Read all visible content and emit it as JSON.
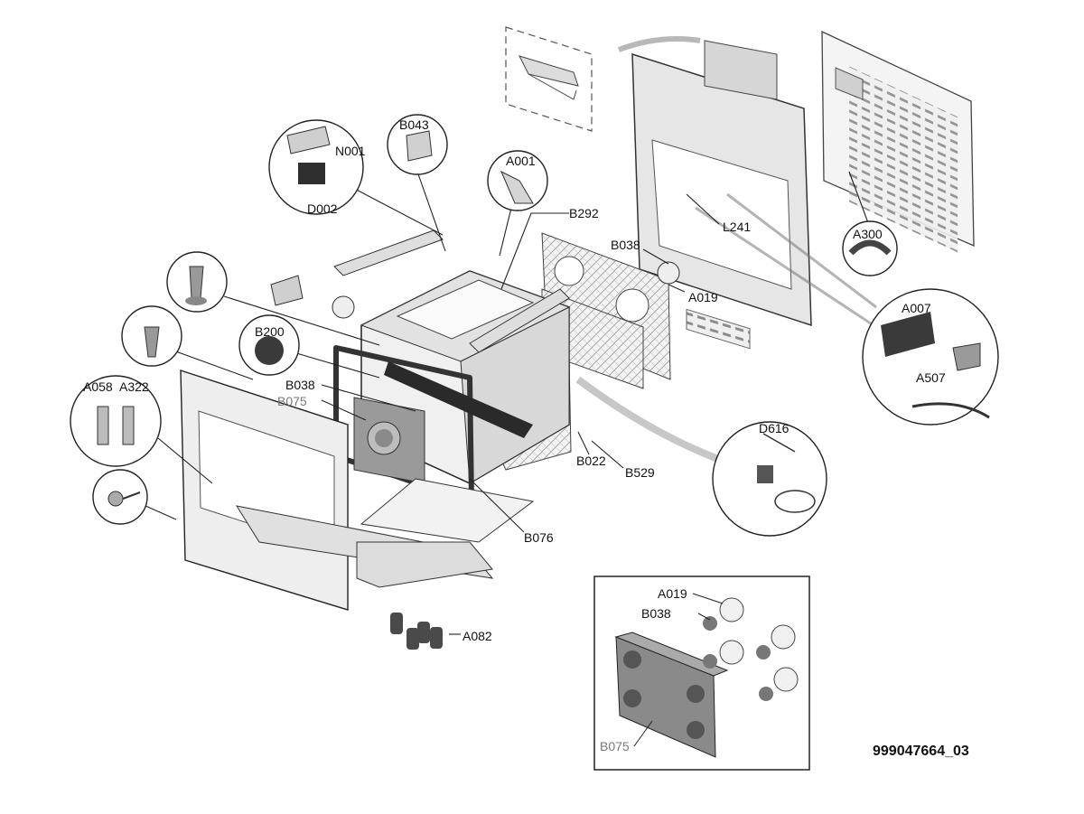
{
  "diagram": {
    "document_number": "999047664_03",
    "labels": {
      "N001": "N001",
      "D002": "D002",
      "B043": "B043",
      "A001": "A001",
      "B292": "B292",
      "L241": "L241",
      "A300": "A300",
      "B038_top": "B038",
      "A019_top": "A019",
      "A007": "A007",
      "A507": "A507",
      "B200": "B200",
      "B038_mid": "B038",
      "B075_mid": "B075",
      "A058": "A058",
      "A322": "A322",
      "D616": "D616",
      "B022": "B022",
      "B529": "B529",
      "B076": "B076",
      "A082": "A082",
      "A019_inset": "A019",
      "B038_inset": "B038",
      "B075_inset": "B075"
    }
  }
}
